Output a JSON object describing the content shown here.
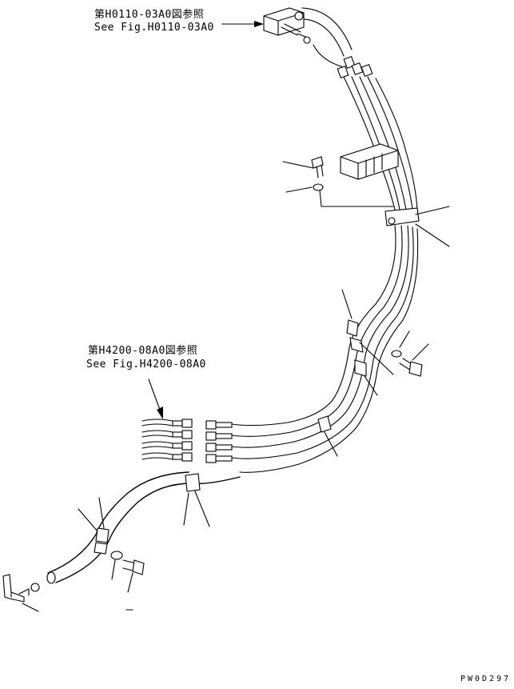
{
  "diagram": {
    "references": [
      {
        "jp": "第H0110-03A0図参照",
        "en": "See Fig.H0110-03A0"
      },
      {
        "jp": "第H4200-08A0図参照",
        "en": "See Fig.H4200-08A0"
      }
    ],
    "document_code": "PW0D297"
  },
  "colors": {
    "line": "#000000",
    "background": "#ffffff"
  }
}
